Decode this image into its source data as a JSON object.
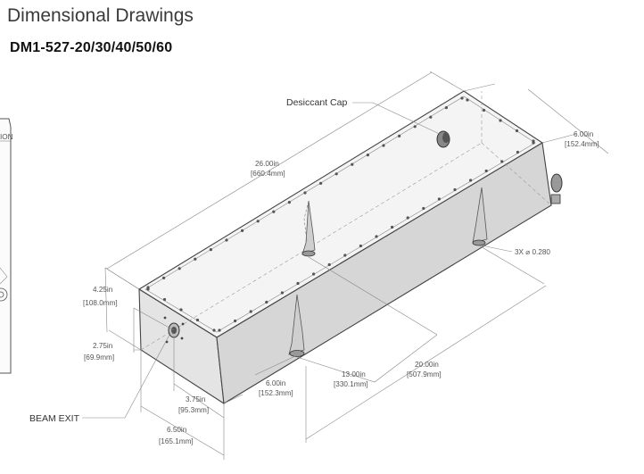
{
  "header": {
    "title": "Dimensional Drawings",
    "model": "DM1-527-20/30/40/50/60"
  },
  "callouts": {
    "desiccant_cap": "Desiccant Cap",
    "beam_exit": "BEAM EXIT",
    "holes": "3X ⌀ 0.280",
    "side_fragment": "ION"
  },
  "dimensions": {
    "length": {
      "in": "26.00in",
      "mm": "[660.4mm]"
    },
    "width": {
      "in": "6.00in",
      "mm": "[152.4mm]"
    },
    "height": {
      "in": "4.25in",
      "mm": "[108.0mm]"
    },
    "beam_height": {
      "in": "2.75in",
      "mm": "[69.9mm]"
    },
    "beam_offset": {
      "in": "3.75in",
      "mm": "[95.3mm]"
    },
    "foot_width": {
      "in": "6.50in",
      "mm": "[165.1mm]"
    },
    "foot_spacing": {
      "in": "6.00in",
      "mm": "[152.3mm]"
    },
    "mount_13": {
      "in": "13.00in",
      "mm": "[330.1mm]"
    },
    "mount_20": {
      "in": "20.00in",
      "mm": "[507.9mm]"
    }
  },
  "colors": {
    "box_top": "#f4f4f4",
    "box_front": "#e4e4e4",
    "box_side": "#d6d6d6",
    "line": "#444444"
  }
}
